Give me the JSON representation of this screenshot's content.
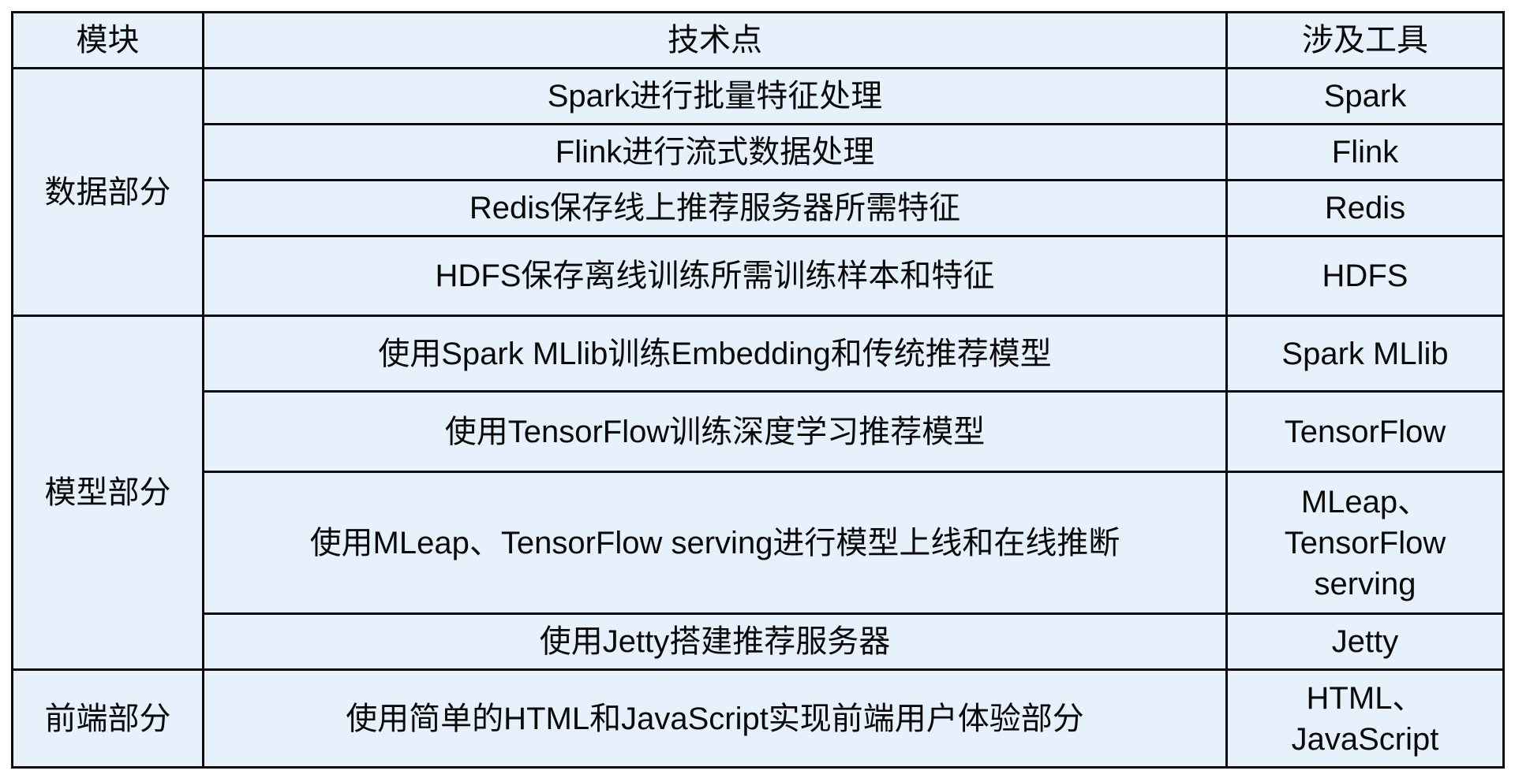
{
  "chart_data": {
    "type": "table",
    "columns": [
      "模块",
      "技术点",
      "涉及工具"
    ],
    "sections": [
      {
        "module": "数据部分",
        "rows": [
          {
            "tech": "Spark进行批量特征处理",
            "tools": "Spark"
          },
          {
            "tech": "Flink进行流式数据处理",
            "tools": "Flink"
          },
          {
            "tech": "Redis保存线上推荐服务器所需特征",
            "tools": "Redis"
          },
          {
            "tech": "HDFS保存离线训练所需训练样本和特征",
            "tools": "HDFS"
          }
        ]
      },
      {
        "module": "模型部分",
        "rows": [
          {
            "tech": "使用Spark MLlib训练Embedding和传统推荐模型",
            "tools": "Spark MLlib"
          },
          {
            "tech": "使用TensorFlow训练深度学习推荐模型",
            "tools": "TensorFlow"
          },
          {
            "tech": "使用MLeap、TensorFlow serving进行模型上线和在线推断",
            "tools": "MLeap、\nTensorFlow\nserving"
          },
          {
            "tech": "使用Jetty搭建推荐服务器",
            "tools": "Jetty"
          }
        ]
      },
      {
        "module": "前端部分",
        "rows": [
          {
            "tech": "使用简单的HTML和JavaScript实现前端用户体验部分",
            "tools": "HTML、\nJavaScript"
          }
        ]
      }
    ],
    "layout_hints": {
      "grid": "on",
      "module_column_rowspans": [
        4,
        4,
        1
      ]
    }
  },
  "colors": {
    "cell_background": "#e6f1fb",
    "border": "#0b0b10",
    "text": "#0a0a0a",
    "page_background": "#ffffff"
  }
}
